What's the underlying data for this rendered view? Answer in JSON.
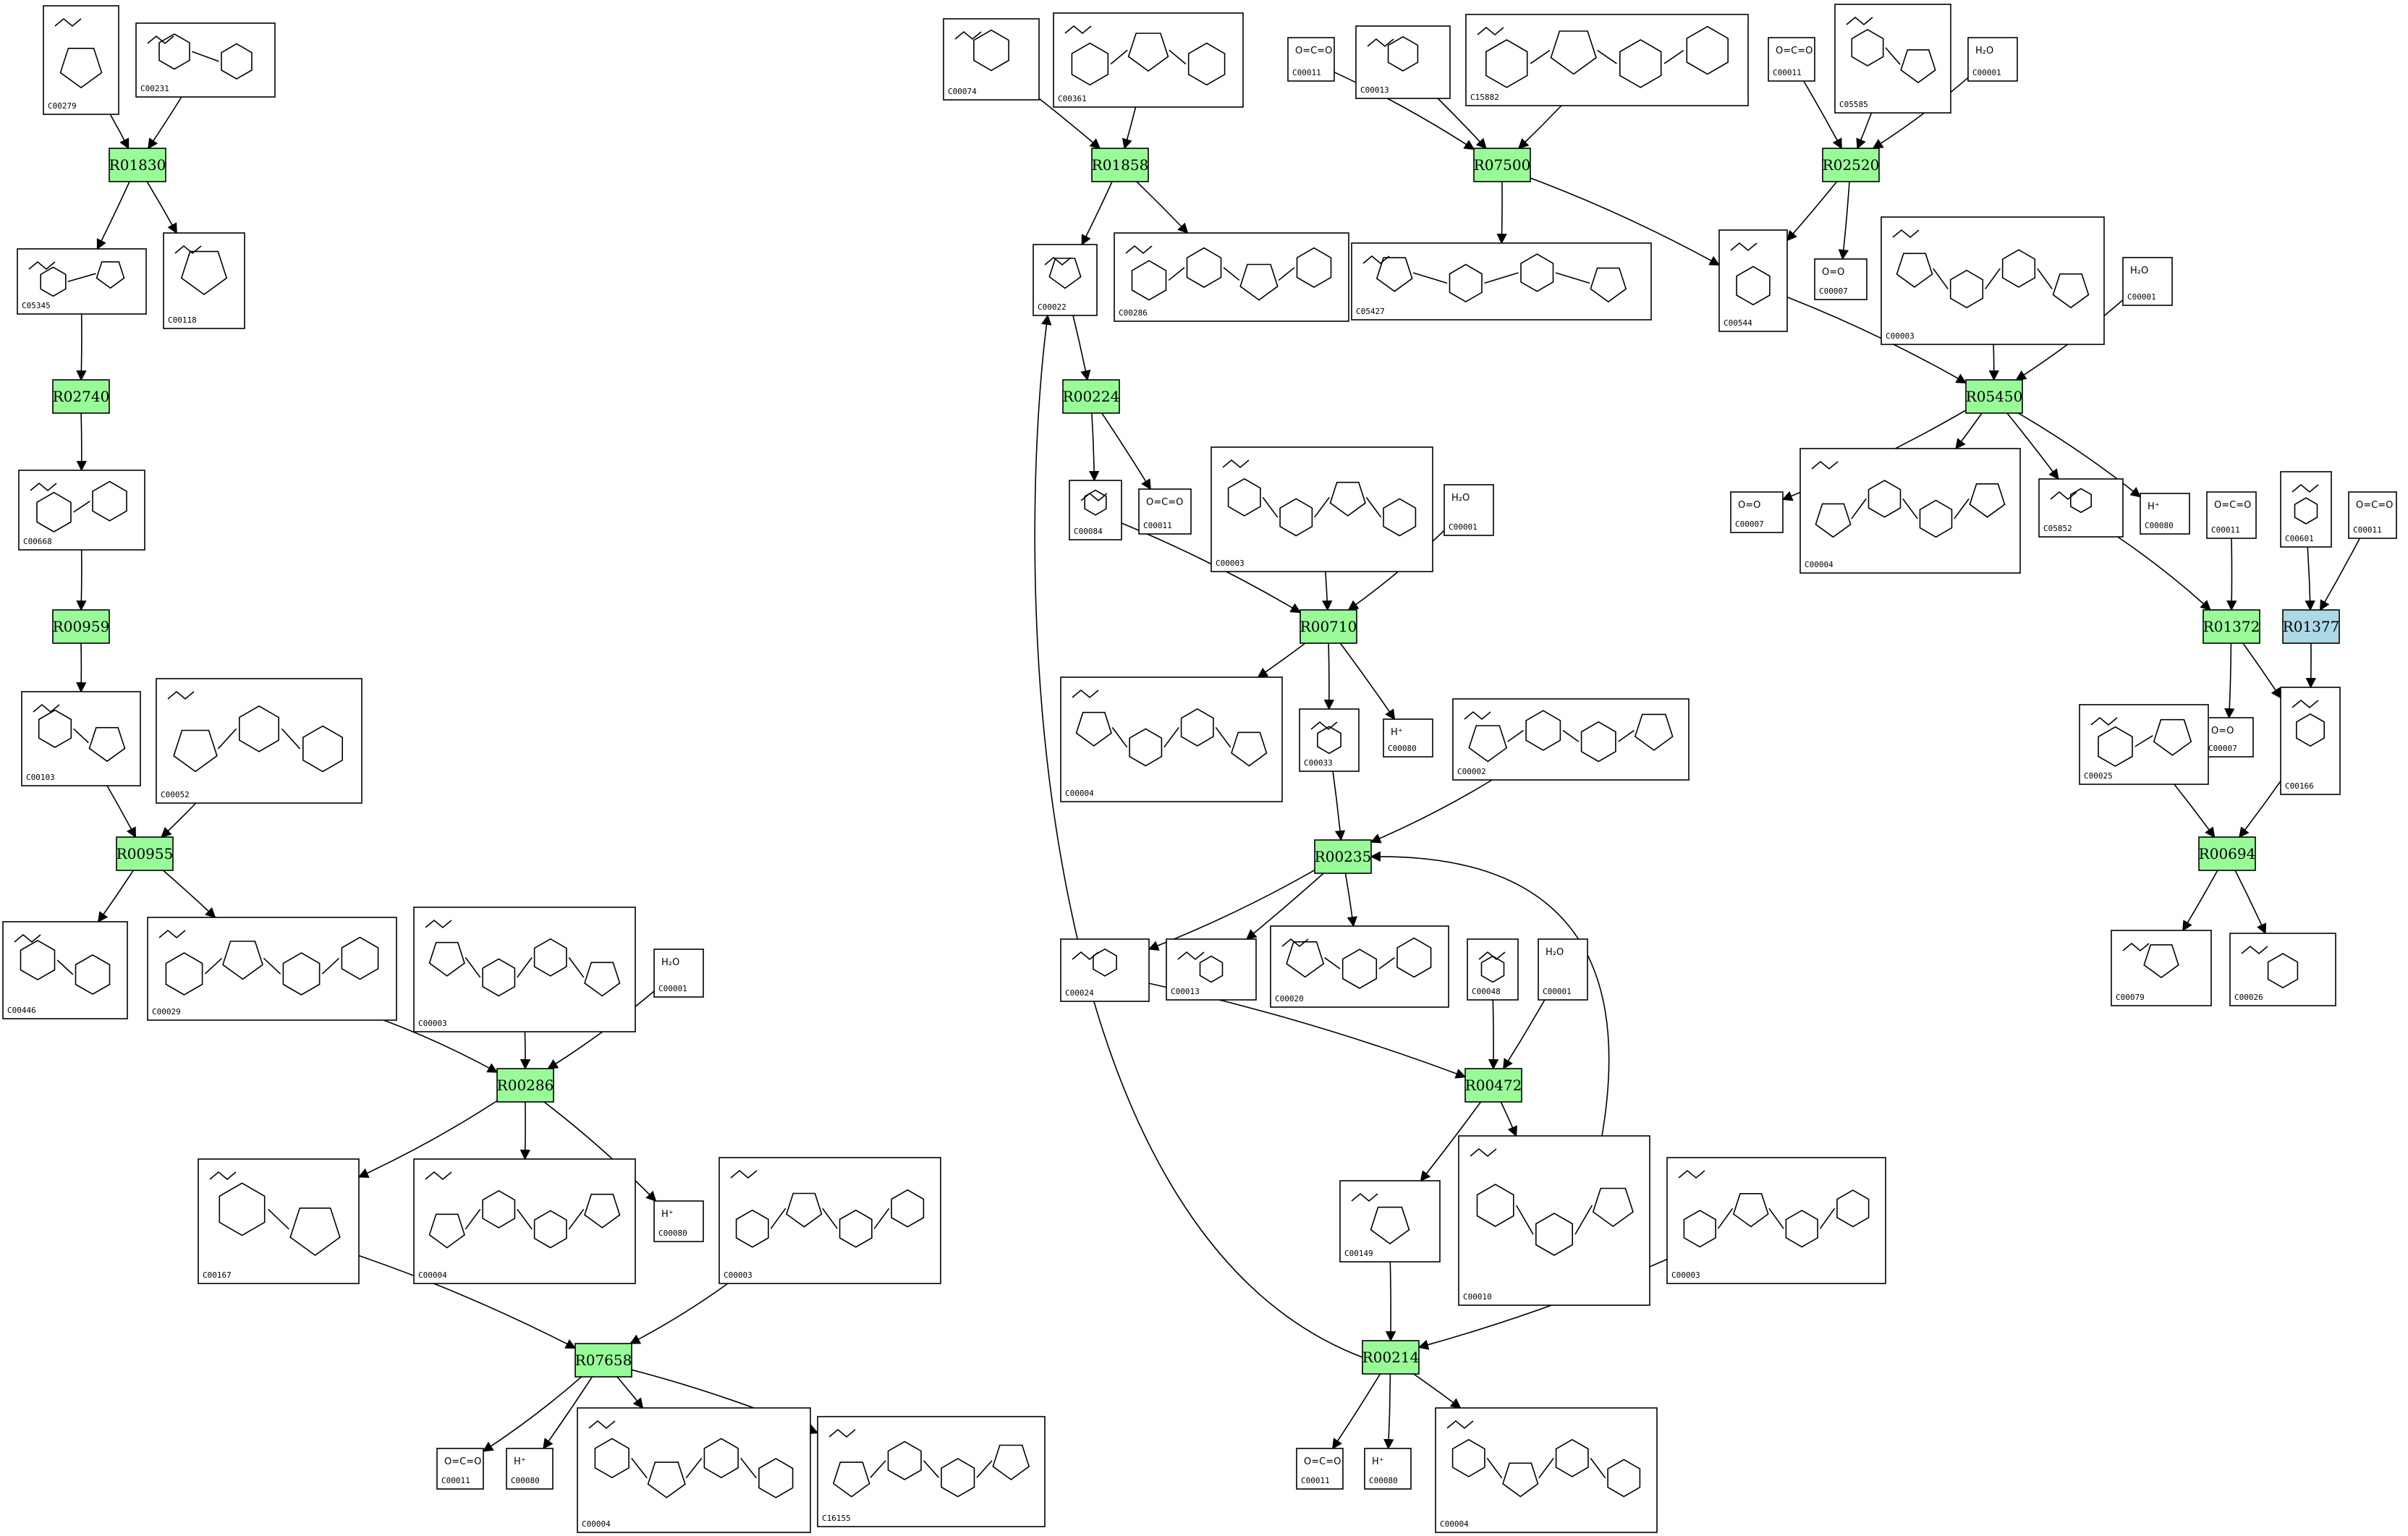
{
  "colors": {
    "reaction": "#98fb98",
    "reaction_alt": "#add8e6",
    "stroke": "#000000"
  },
  "reactions": [
    {
      "id": "R01830"
    },
    {
      "id": "R02740"
    },
    {
      "id": "R00959"
    },
    {
      "id": "R00955"
    },
    {
      "id": "R00286"
    },
    {
      "id": "R07658"
    },
    {
      "id": "R01858"
    },
    {
      "id": "R00224"
    },
    {
      "id": "R00710"
    },
    {
      "id": "R00235"
    },
    {
      "id": "R00472"
    },
    {
      "id": "R00214"
    },
    {
      "id": "R07500"
    },
    {
      "id": "R02520"
    },
    {
      "id": "R05450"
    },
    {
      "id": "R01372"
    },
    {
      "id": "R01377",
      "alt": true
    },
    {
      "id": "R00694"
    }
  ],
  "compounds": [
    {
      "id": "C00279"
    },
    {
      "id": "C00231"
    },
    {
      "id": "C05345"
    },
    {
      "id": "C00118"
    },
    {
      "id": "C00668"
    },
    {
      "id": "C00103"
    },
    {
      "id": "C00052"
    },
    {
      "id": "C00446"
    },
    {
      "id": "C00029"
    },
    {
      "id": "C00003",
      "k": "a"
    },
    {
      "id": "C00001",
      "k": "a",
      "formula": "H₂O"
    },
    {
      "id": "C00167"
    },
    {
      "id": "C00004",
      "k": "a"
    },
    {
      "id": "C00080",
      "k": "a",
      "formula": "H⁺"
    },
    {
      "id": "C00003",
      "k": "b"
    },
    {
      "id": "C00011",
      "k": "a",
      "formula": "O=C=O"
    },
    {
      "id": "C00080",
      "k": "b",
      "formula": "H⁺"
    },
    {
      "id": "C00004",
      "k": "b"
    },
    {
      "id": "C16155"
    },
    {
      "id": "C00074"
    },
    {
      "id": "C00361"
    },
    {
      "id": "C00022"
    },
    {
      "id": "C00286"
    },
    {
      "id": "C00084"
    },
    {
      "id": "C00011",
      "k": "b",
      "formula": "O=C=O"
    },
    {
      "id": "C00003",
      "k": "c"
    },
    {
      "id": "C00001",
      "k": "b",
      "formula": "H₂O"
    },
    {
      "id": "C00004",
      "k": "c"
    },
    {
      "id": "C00033"
    },
    {
      "id": "C00080",
      "k": "c",
      "formula": "H⁺"
    },
    {
      "id": "C00002"
    },
    {
      "id": "C00024"
    },
    {
      "id": "C00013"
    },
    {
      "id": "C00020"
    },
    {
      "id": "C00048"
    },
    {
      "id": "C00001",
      "k": "c",
      "formula": "H₂O"
    },
    {
      "id": "C00149"
    },
    {
      "id": "C00010"
    },
    {
      "id": "C00003",
      "k": "d"
    },
    {
      "id": "C00011",
      "k": "c",
      "formula": "O=C=O"
    },
    {
      "id": "C00080",
      "k": "d",
      "formula": "H⁺"
    },
    {
      "id": "C00004",
      "k": "d"
    },
    {
      "id": "C00011",
      "k": "d",
      "formula": "O=C=O"
    },
    {
      "id": "C00013",
      "k": "b"
    },
    {
      "id": "C15882"
    },
    {
      "id": "C05427"
    },
    {
      "id": "C00011",
      "k": "e",
      "formula": "O=C=O"
    },
    {
      "id": "C05585"
    },
    {
      "id": "C00001",
      "k": "d",
      "formula": "H₂O"
    },
    {
      "id": "C00007",
      "k": "a",
      "formula": "O=O"
    },
    {
      "id": "C00544"
    },
    {
      "id": "C00003",
      "k": "e"
    },
    {
      "id": "C00001",
      "k": "e",
      "formula": "H₂O"
    },
    {
      "id": "C00007",
      "k": "b",
      "formula": "O=O"
    },
    {
      "id": "C00004",
      "k": "e"
    },
    {
      "id": "C05852"
    },
    {
      "id": "C00080",
      "k": "e",
      "formula": "H⁺"
    },
    {
      "id": "C00011",
      "k": "f",
      "formula": "O=C=O"
    },
    {
      "id": "C00601"
    },
    {
      "id": "C00011",
      "k": "g",
      "formula": "O=C=O"
    },
    {
      "id": "C00007",
      "k": "c",
      "formula": "O=O"
    },
    {
      "id": "C00166"
    },
    {
      "id": "C00025"
    },
    {
      "id": "C00079"
    },
    {
      "id": "C00026"
    }
  ]
}
